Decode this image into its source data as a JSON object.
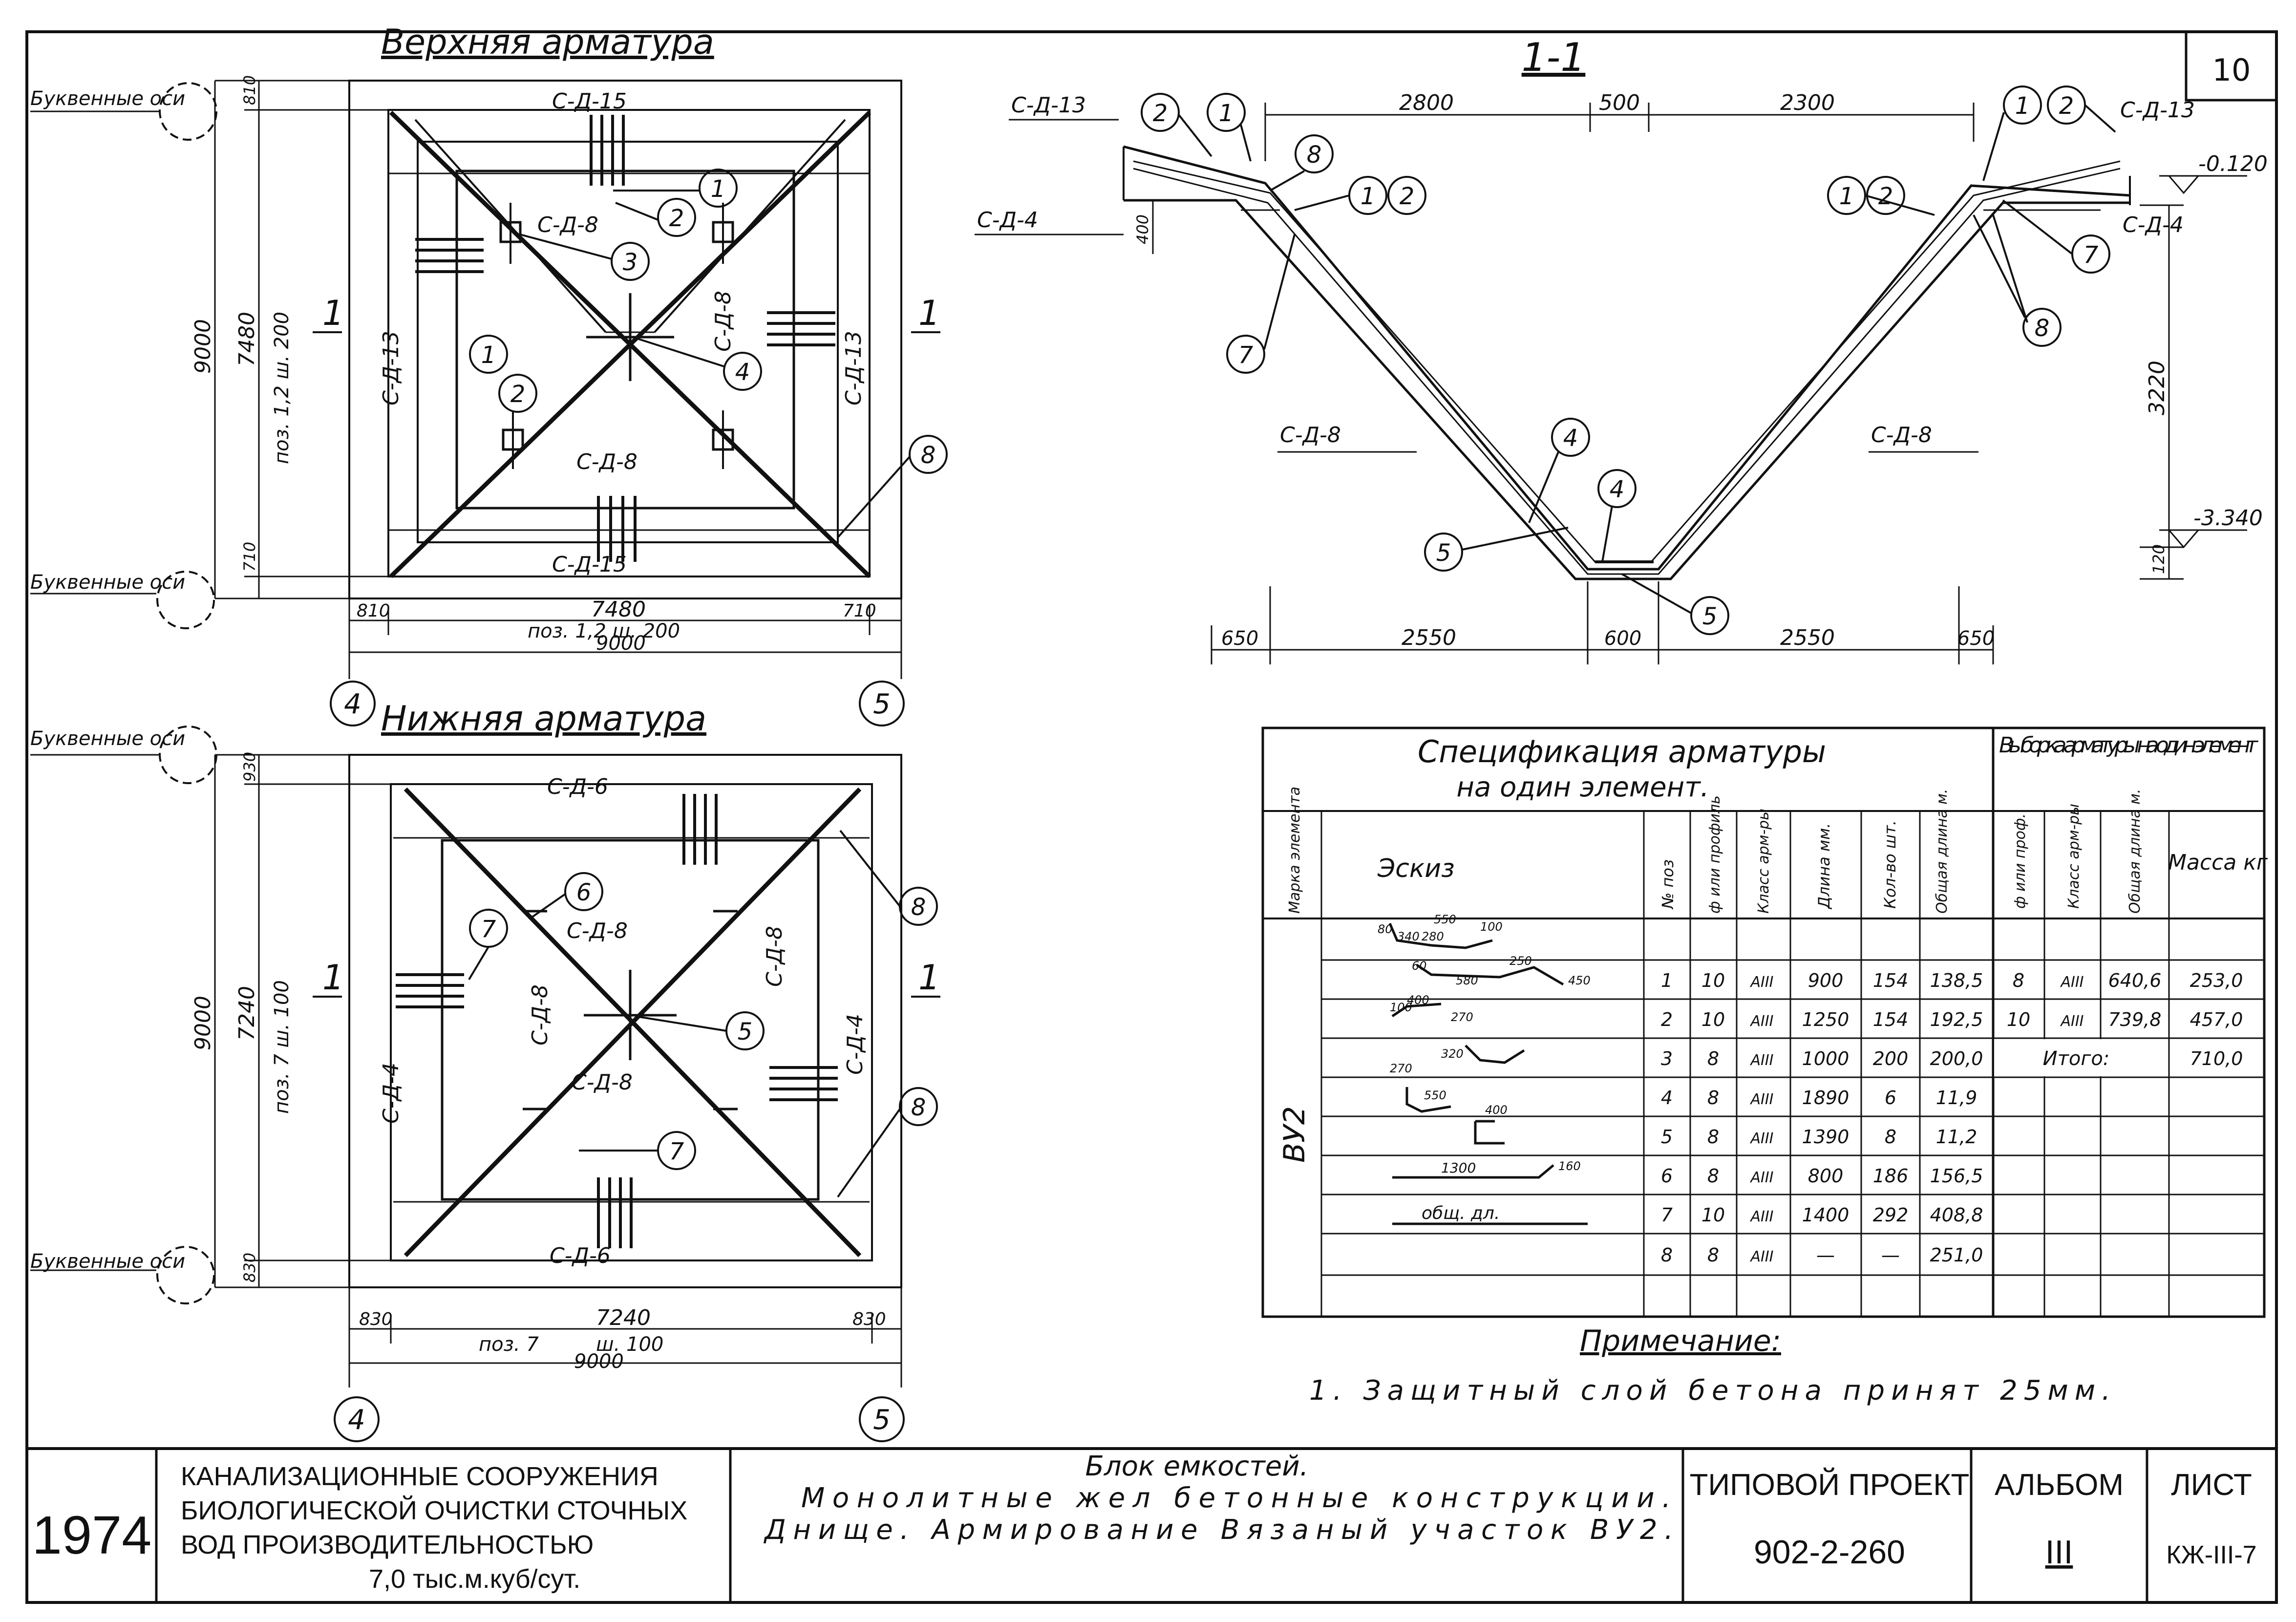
{
  "sheet_number": "10",
  "top_plan": {
    "title": "Верхняя арматура",
    "axis_label_top": "Буквенные оси",
    "axis_label_bottom": "Буквенные оси",
    "label_cd15_top": "С-Д-15",
    "label_cd15_bottom": "С-Д-15",
    "label_cd13_left": "С-Д-13",
    "label_cd13_right": "С-Д-13",
    "label_cd8_a": "С-Д-8",
    "label_cd8_b": "С-Д-8",
    "label_cd8_c": "С-Д-8",
    "dim_total_v": "9000",
    "dim_inner_v": "7480",
    "dim_pos_v": "поз. 1,2 ш. 200",
    "dim_top_v": "810",
    "dim_bottom_v": "710",
    "dim_left_h": "810",
    "dim_inner_h": "7480",
    "dim_right_h": "710",
    "dim_pos_h": "поз. 1,2 ш. 200",
    "dim_total_h": "9000",
    "section_mark_left": "1",
    "section_mark_right": "1",
    "axis_4": "4",
    "axis_5": "5",
    "callouts": [
      "1",
      "2",
      "3",
      "1",
      "2",
      "4",
      "8"
    ]
  },
  "bottom_plan": {
    "title": "Нижняя арматура",
    "axis_label_top": "Буквенные оси",
    "axis_label_bottom": "Буквенные оси",
    "label_cd6_top": "С-Д-6",
    "label_cd6_bottom": "С-Д-6",
    "label_cd4_left": "С-Д-4",
    "label_cd4_right": "С-Д-4",
    "label_cd8_a": "С-Д-8",
    "label_cd8_b": "С-Д-8",
    "label_cd8_c": "С-Д-8",
    "label_cd8_d": "С-Д-8",
    "dim_total_v": "9000",
    "dim_inner_v": "7240",
    "dim_pos_v": "поз. 7 ш. 100",
    "dim_top_v": "930",
    "dim_bottom_v": "830",
    "dim_left_h": "830",
    "dim_inner_h": "7240",
    "dim_right_h": "830",
    "dim_pos_h": "поз. 7",
    "dim_step_h": "ш. 100",
    "dim_total_h": "9000",
    "section_mark_left": "1",
    "section_mark_right": "1",
    "axis_4": "4",
    "axis_5": "5",
    "callouts": [
      "6",
      "7",
      "8",
      "5",
      "8",
      "7"
    ]
  },
  "section": {
    "title": "1-1",
    "dims_top": [
      "2800",
      "500",
      "2300"
    ],
    "dims_bottom": [
      "650",
      "2550",
      "600",
      "2550",
      "650"
    ],
    "dim_400": "400",
    "dim_3220": "3220",
    "dim_120": "120",
    "level_top": "-0.120",
    "level_bottom": "-3.340",
    "label_cd13_left": "С-Д-13",
    "label_cd13_right": "С-Д-13",
    "label_cd4_left": "С-Д-4",
    "label_cd4_right": "С-Д-4",
    "label_cd8_left": "С-Д-8",
    "label_cd8_right": "С-Д-8",
    "callouts": [
      "2",
      "1",
      "8",
      "1",
      "2",
      "1",
      "2",
      "7",
      "1",
      "2",
      "7",
      "8",
      "4",
      "4",
      "5",
      "5"
    ]
  },
  "spec": {
    "title_line1": "Спецификация арматуры",
    "title_line2": "на один элемент.",
    "sel_title": "Выборка арматуры на один элемент",
    "headers": {
      "mark": "Марка элемента",
      "sketch": "Эскиз",
      "pos": "№ поз",
      "dia": "ф или профиль",
      "cls": "Класс арм-ры",
      "len": "Длина мм.",
      "qty": "Кол-во шт.",
      "total": "Общая длина м.",
      "sdia": "ф или проф.",
      "scls": "Класс арм-ры",
      "slen": "Общая длина м.",
      "mass": "Масса кг"
    },
    "element_mark": "ВУ2",
    "rows": [
      {
        "pos": "1",
        "dia": "10",
        "cls": "AIII",
        "len": "900",
        "qty": "154",
        "total": "138,5"
      },
      {
        "pos": "2",
        "dia": "10",
        "cls": "AIII",
        "len": "1250",
        "qty": "154",
        "total": "192,5"
      },
      {
        "pos": "3",
        "dia": "8",
        "cls": "AIII",
        "len": "1000",
        "qty": "200",
        "total": "200,0"
      },
      {
        "pos": "4",
        "dia": "8",
        "cls": "AIII",
        "len": "1890",
        "qty": "6",
        "total": "11,9"
      },
      {
        "pos": "5",
        "dia": "8",
        "cls": "AIII",
        "len": "1390",
        "qty": "8",
        "total": "11,2"
      },
      {
        "pos": "6",
        "dia": "8",
        "cls": "AIII",
        "len": "800",
        "qty": "186",
        "total": "156,5"
      },
      {
        "pos": "7",
        "dia": "10",
        "cls": "AIII",
        "len": "1400",
        "qty": "292",
        "total": "408,8"
      },
      {
        "pos": "8",
        "dia": "8",
        "cls": "AIII",
        "len": "—",
        "qty": "—",
        "total": "251,0"
      }
    ],
    "selection": [
      {
        "dia": "8",
        "cls": "AIII",
        "len": "640,6",
        "mass": "253,0"
      },
      {
        "dia": "10",
        "cls": "AIII",
        "len": "739,8",
        "mass": "457,0"
      }
    ],
    "total_label": "Итого:",
    "total_mass": "710,0",
    "sketch_dims": [
      "80",
      "550",
      "340",
      "280",
      "100",
      "60",
      "250",
      "580",
      "450",
      "100",
      "400",
      "270",
      "320",
      "270",
      "550",
      "400",
      "1300",
      "160"
    ],
    "sketch_total": "общ. дл."
  },
  "note": {
    "title": "Примечание:",
    "text": "1. Защитный слой бетона принят 25мм."
  },
  "title_block": {
    "year": "1974",
    "org_line1": "КАНАЛИЗАЦИОННЫЕ СООРУЖЕНИЯ",
    "org_line2": "БИОЛОГИЧЕСКОЙ ОЧИСТКИ СТОЧНЫХ",
    "org_line3": "ВОД ПРОИЗВОДИТЕЛЬНОСТЬЮ",
    "org_line4": "7,0 тыс.м.куб/сут.",
    "desc_line1": "Блок емкостей.",
    "desc_line2": "Монолитные жел бетонные конструкции.",
    "desc_line3": "Днище. Армирование Вязаный участок ВУ2.",
    "project_label": "ТИПОВОЙ ПРОЕКТ",
    "project_number": "902-2-260",
    "album_label": "АЛЬБОМ",
    "album_number": "III",
    "sheet_label": "ЛИСТ",
    "sheet_code": "КЖ-III-7"
  }
}
